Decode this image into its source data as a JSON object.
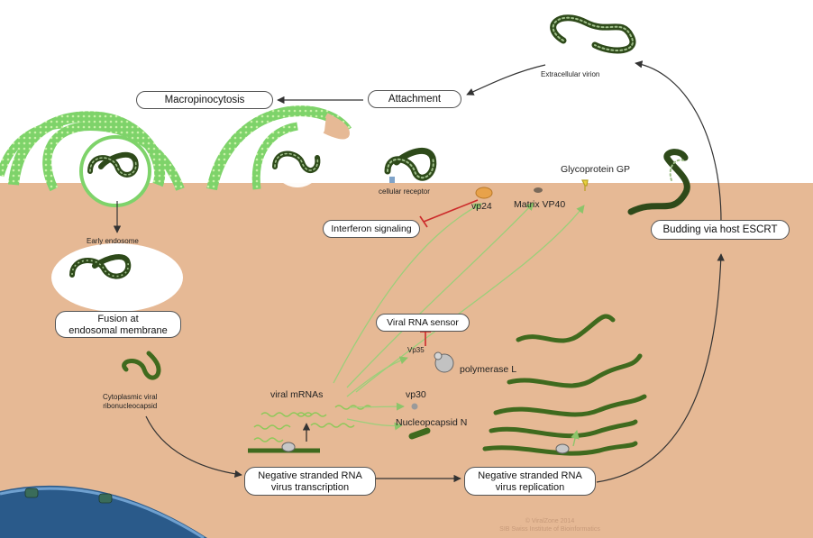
{
  "labels": {
    "extracellular_virion": "Extracellular virion",
    "cellular_receptor": "cellular receptor",
    "glycoprotein": "Glycoprotein GP",
    "vp24": "vp24",
    "matrix_vp40": "Matrix VP40",
    "early_endosome": "Early endosome",
    "cytoplasmic_rnp": "Cytoplasmic viral\nribonucleocapsid",
    "viral_mrnas": "viral mRNAs",
    "vp35": "Vp35",
    "polymerase_l": "polymerase L",
    "vp30": "vp30",
    "nucleocapsid_n": "Nucleopcapsid N"
  },
  "boxes": {
    "macropinocytosis": "Macropinocytosis",
    "attachment": "Attachment",
    "interferon": "Interferon signaling",
    "fusion": "Fusion at\nendosomal membrane",
    "viral_rna_sensor": "Viral RNA sensor",
    "transcription": "Negative stranded RNA\nvirus transcription",
    "replication": "Negative stranded RNA\nvirus replication",
    "budding": "Budding via host ESCRT"
  },
  "credit": {
    "line1": "© ViralZone 2014",
    "line2": "SIB Swiss Institute of Bioinformatics"
  },
  "colors": {
    "cytoplasm": "#e6b995",
    "membrane_green": "#7ed36a",
    "rna_dark_green": "#3f6a1e",
    "mrna_light_green": "#8fc85a",
    "arrow_green": "#9ccf7a",
    "inhibit_red": "#cc2a2a",
    "nucleus_blue": "#2a5a8a"
  }
}
